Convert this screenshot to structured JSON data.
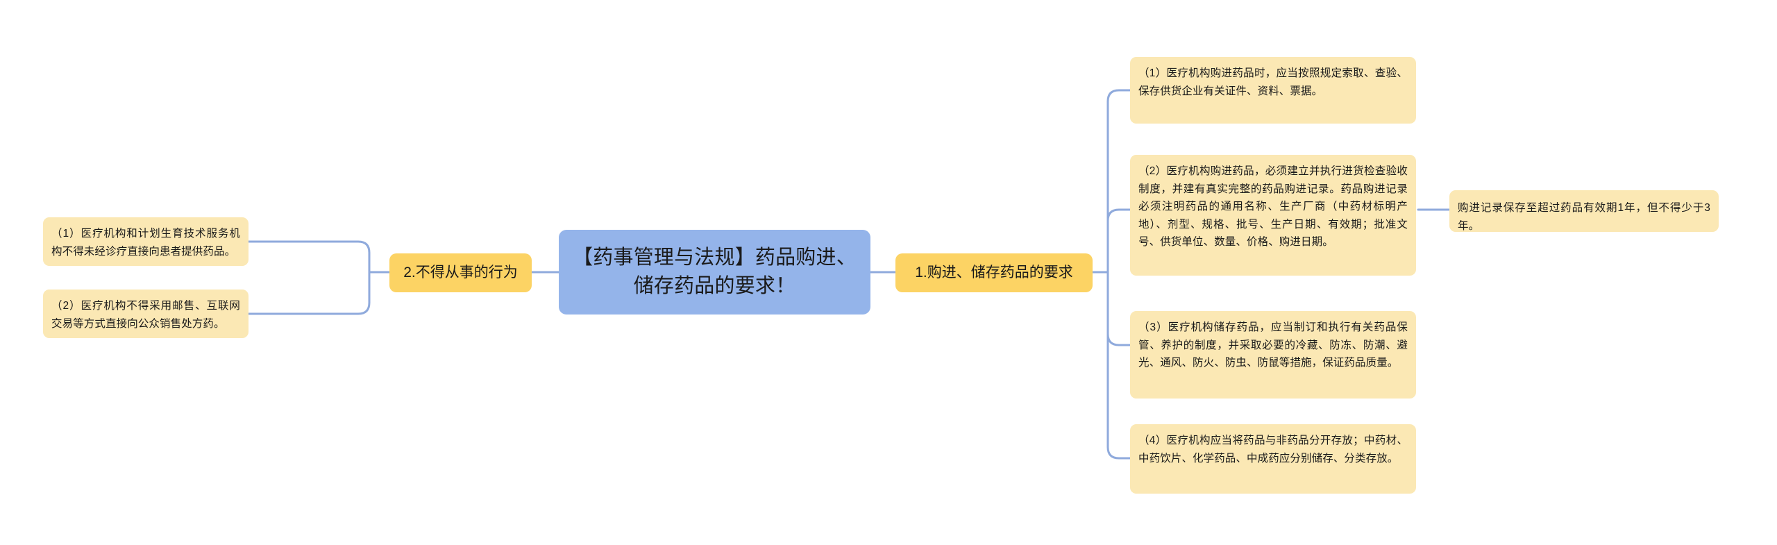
{
  "diagram": {
    "type": "mind-map",
    "title": "【药事管理与法规】药品购进、储存药品的要求！",
    "colors": {
      "root_fill": "#94b4ea",
      "branch_fill": "#fcd364",
      "leaf_fill": "#fbe8b4",
      "connector": "#8faadc",
      "text": "#1a1a1a",
      "background": "#ffffff"
    },
    "root": {
      "label": "【药事管理与法规】药品购进、储存药品的要求！"
    },
    "left_branch": {
      "label": "2.不得从事的行为",
      "children": [
        {
          "label": "（1）医疗机构和计划生育技术服务机构不得未经诊疗直接向患者提供药品。"
        },
        {
          "label": "（2）医疗机构不得采用邮售、互联网交易等方式直接向公众销售处方药。"
        }
      ]
    },
    "right_branch": {
      "label": "1.购进、储存药品的要求",
      "children": [
        {
          "label": "（1）医疗机构购进药品时，应当按照规定索取、查验、保存供货企业有关证件、资料、票据。",
          "children": []
        },
        {
          "label": "（2）医疗机构购进药品，必须建立并执行进货检查验收制度，并建有真实完整的药品购进记录。药品购进记录必须注明药品的通用名称、生产厂商（中药材标明产地）、剂型、规格、批号、生产日期、有效期；批准文号、供货单位、数量、价格、购进日期。",
          "children": [
            {
              "label": "购进记录保存至超过药品有效期1年，但不得少于3年。"
            }
          ]
        },
        {
          "label": "（3）医疗机构储存药品，应当制订和执行有关药品保管、养护的制度，并采取必要的冷藏、防冻、防潮、避光、通风、防火、防虫、防鼠等措施，保证药品质量。",
          "children": []
        },
        {
          "label": "（4）医疗机构应当将药品与非药品分开存放；中药材、中药饮片、化学药品、中成药应分别储存、分类存放。",
          "children": []
        }
      ]
    }
  }
}
